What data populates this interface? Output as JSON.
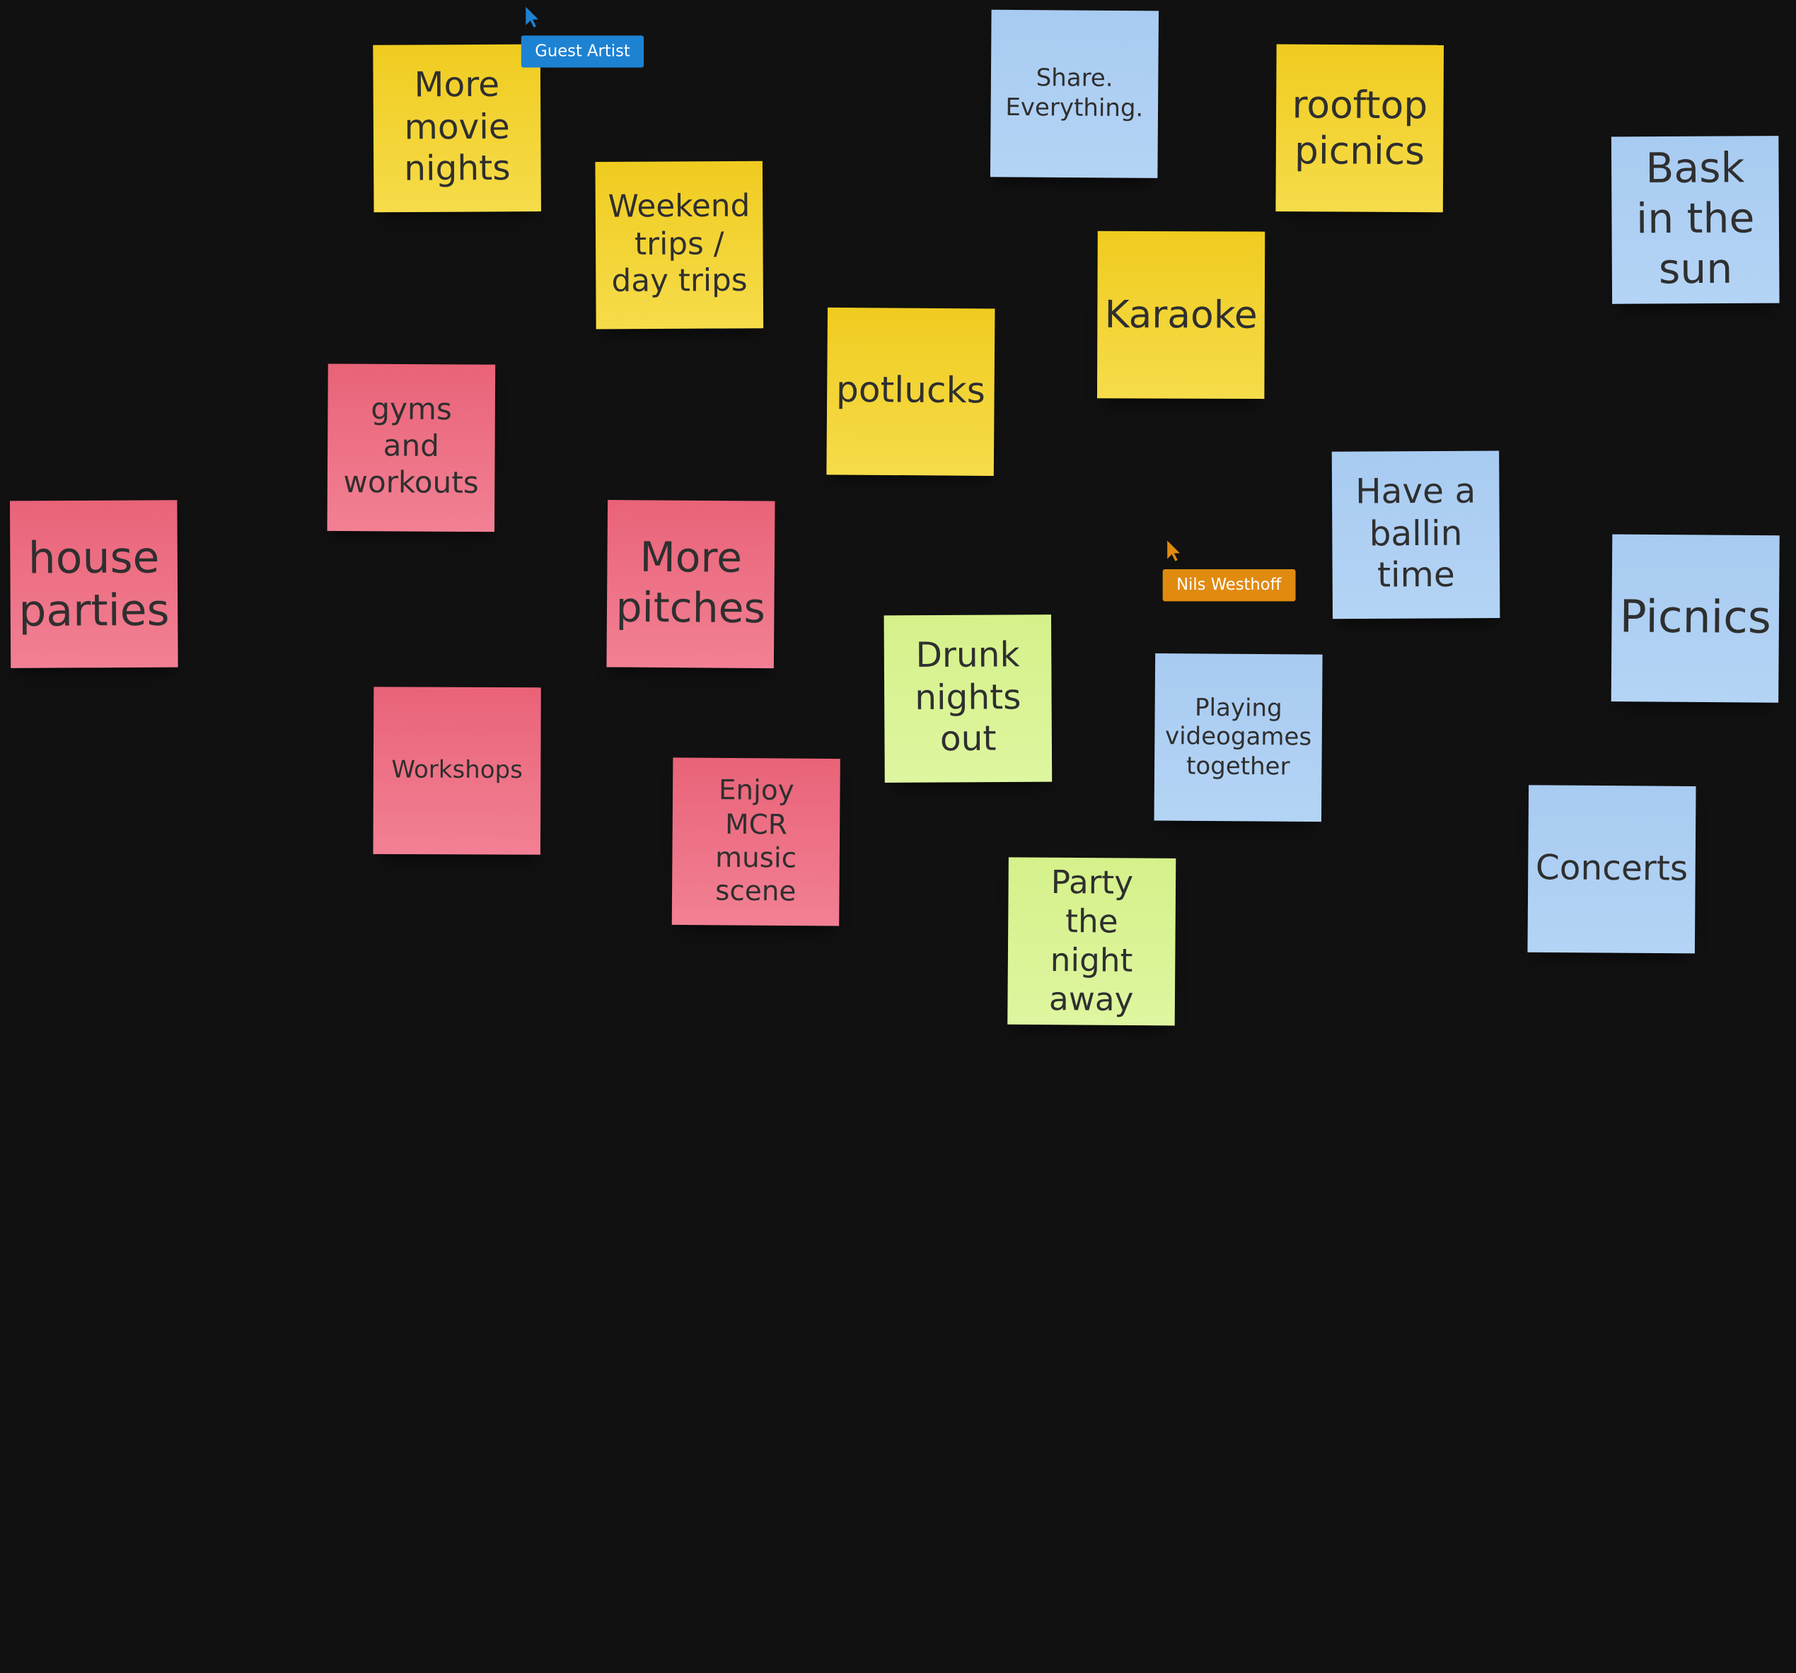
{
  "colors": {
    "canvas": "#111111",
    "yellow": "#f3d235",
    "pink": "#ee7085",
    "blue": "#aecff3",
    "green": "#d8f394",
    "cursor_blue": "#1e82d2",
    "cursor_orange": "#e08a10"
  },
  "cursors": {
    "guest": {
      "name": "Guest Artist",
      "color": "#1e82d2",
      "icon": "pointer-arrow-icon"
    },
    "nils": {
      "name": "Nils Westhoff",
      "color": "#e08a10",
      "icon": "pointer-arrow-icon"
    }
  },
  "notes": {
    "movie_nights": "More movie nights",
    "weekend_trips": "Weekend trips / day trips",
    "share": "Share. Everything.",
    "rooftop": "rooftop picnics",
    "bask": "Bask in the sun",
    "karaoke": "Karaoke",
    "potlucks": "potlucks",
    "gyms": "gyms and workouts",
    "house_parties": "house parties",
    "more_pitches": "More pitches",
    "ballin": "Have a ballin time",
    "picnics": "Picnics",
    "drunk_nights": "Drunk nights out",
    "videogames": "Playing videogames together",
    "workshops": "Workshops",
    "mcr_music": "Enjoy MCR music scene",
    "concerts": "Concerts",
    "party_night": "Party the night away"
  }
}
